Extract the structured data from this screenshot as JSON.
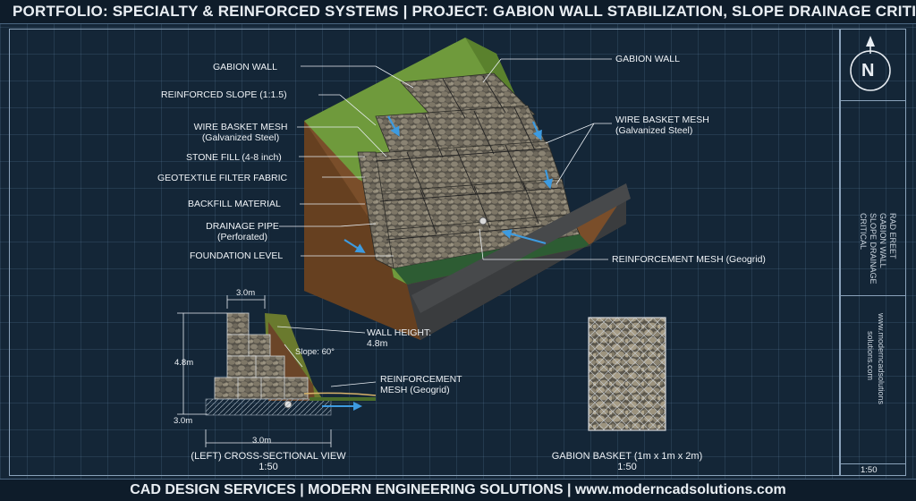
{
  "header": {
    "title": "PORTFOLIO: SPECIALTY & REINFORCED SYSTEMS  |  PROJECT: GABION WALL STABILIZATION, SLOPE DRAINAGE CRITICAL"
  },
  "main_labels": {
    "gabion_wall_left": "GABION WALL",
    "reinforced_slope": "REINFORCED SLOPE (1:1.5)",
    "wire_mesh_left_1": "WIRE BASKET MESH",
    "wire_mesh_left_2": "(Galvanized Steel)",
    "stone_fill": "STONE FILL (4-8 inch)",
    "geotextile": "GEOTEXTILE FILTER FABRIC",
    "backfill": "BACKFILL MATERIAL",
    "drainage_1": "DRAINAGE PIPE",
    "drainage_2": "(Perforated)",
    "foundation": "FOUNDATION LEVEL",
    "gabion_wall_right": "GABION WALL",
    "wire_mesh_right_1": "WIRE BASKET MESH",
    "wire_mesh_right_2": "(Galvanized Steel)",
    "reinforcement_mesh": "REINFORCEMENT MESH (Geogrid)"
  },
  "section": {
    "top_width": "3.0m",
    "height": "4.8m",
    "base_height": "3.0m",
    "bottom_width": "3.0m",
    "slope": "Slope: 60°",
    "wall_height_1": "WALL HEIGHT:",
    "wall_height_2": "4.8m",
    "reinf_1": "REINFORCEMENT",
    "reinf_2": "MESH (Geogrid)",
    "caption": "(LEFT) CROSS-SECTIONAL VIEW",
    "scale": "1:50"
  },
  "basket": {
    "caption": "GABION BASKET (1m x 1m x 2m)",
    "scale": "1:50"
  },
  "title_block": {
    "north": "N",
    "project_1": "RAD EREET",
    "project_2": "GABION WALL",
    "project_3": "SLOPE DRAINAGE",
    "project_4": "CRITICAL",
    "company_1": "www.moderncadsolutions",
    "company_2": "solutions.com",
    "scale": "1:50"
  },
  "footer": {
    "text": "CAD DESIGN SERVICES | MODERN ENGINEERING SOLUTIONS | www.moderncadsolutions.com"
  },
  "colors": {
    "background": "#142637",
    "grass": "#6f9a3c",
    "soil": "#7a4e2a",
    "stone": "#6d685d",
    "water_arrow": "#3d9be0"
  }
}
